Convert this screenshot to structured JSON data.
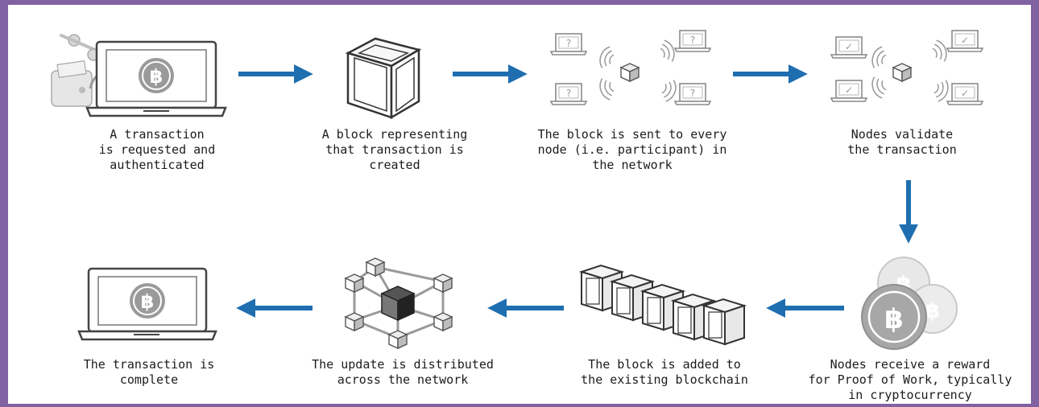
{
  "colors": {
    "frame": "#8062a3",
    "arrow": "#1f6eb0",
    "ink": "#3a3a3a",
    "coin": "#9a9a9a"
  },
  "steps": [
    {
      "caption": "A transaction\nis requested and\nauthenticated",
      "icon": "laptop-bitcoin-icon"
    },
    {
      "caption": "A block representing\nthat transaction is\ncreated",
      "icon": "block-cube-icon"
    },
    {
      "caption": "The block is sent to every\nnode (i.e. participant) in\nthe network",
      "icon": "network-broadcast-icon"
    },
    {
      "caption": "Nodes validate\nthe transaction",
      "icon": "validated-nodes-icon"
    },
    {
      "caption": "Nodes receive a reward\nfor Proof of Work, typically\nin cryptocurrency",
      "icon": "bitcoin-coins-icon"
    },
    {
      "caption": "The block is added to\nthe existing blockchain",
      "icon": "blockchain-icon"
    },
    {
      "caption": "The update is distributed\nacross the network",
      "icon": "distributed-network-icon"
    },
    {
      "caption": "The transaction is\ncomplete",
      "icon": "laptop-bitcoin-icon"
    }
  ],
  "glyphs": {
    "bitcoin": "฿",
    "question": "?",
    "check": "✓"
  }
}
